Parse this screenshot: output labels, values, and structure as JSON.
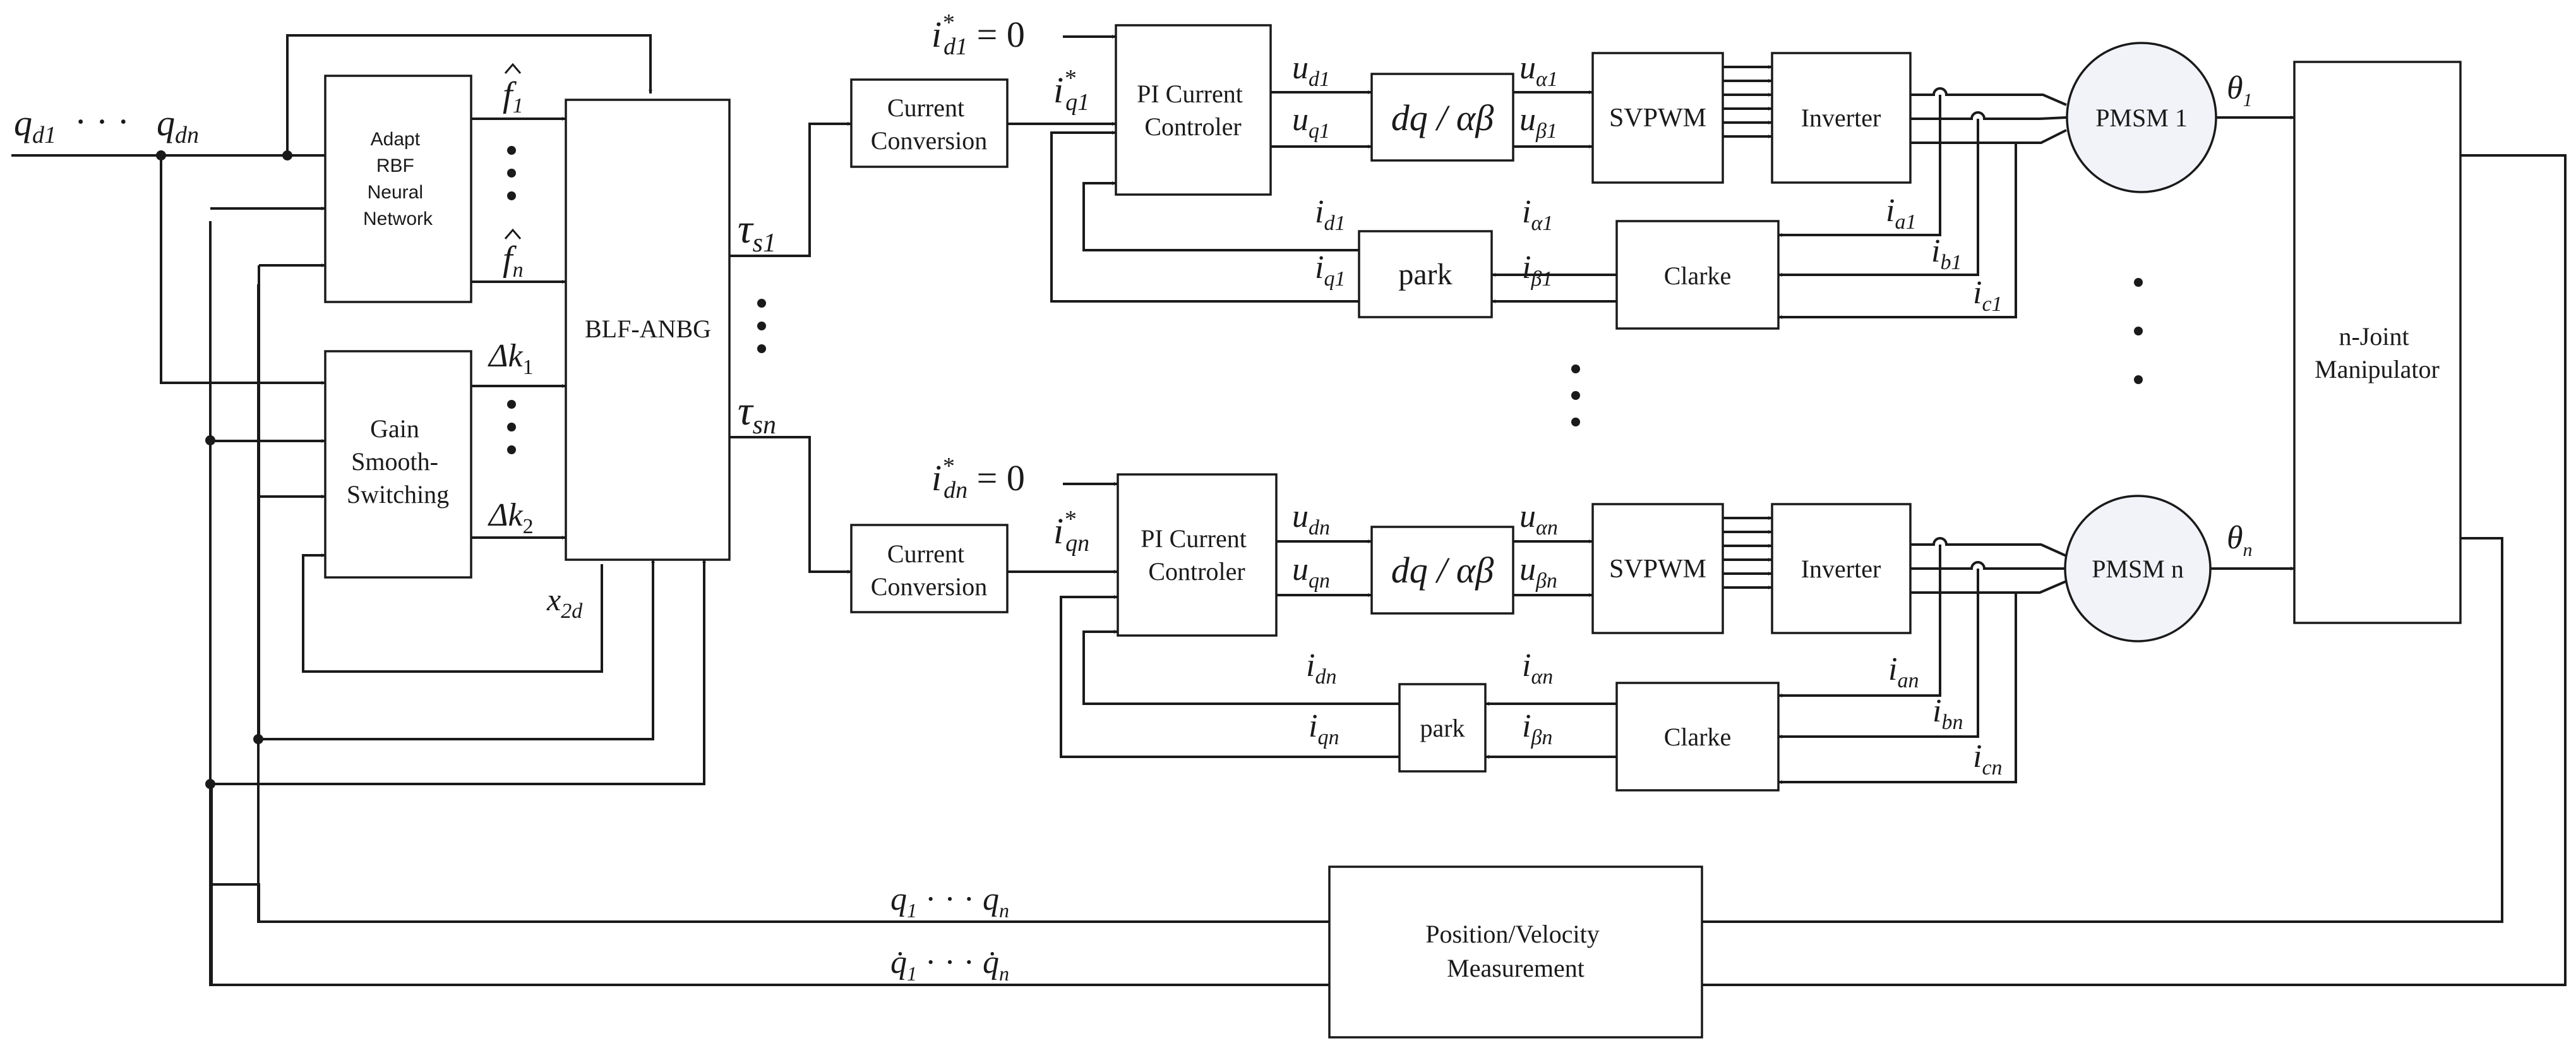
{
  "blocks": {
    "adapt_rbf": [
      "Adapt",
      "RBF",
      "Neural",
      "Network"
    ],
    "gain_smooth": [
      "Gain",
      "Smooth-",
      "Switching"
    ],
    "blf_anbg": "BLF-ANBG",
    "current_conversion": [
      "Current",
      "Conversion"
    ],
    "pi_current": [
      "PI Current",
      "Controler"
    ],
    "dq_ab": "dq / αβ",
    "svpwm": "SVPWM",
    "inverter": "Inverter",
    "park": "park",
    "clarke": "Clarke",
    "pmsm_1": "PMSM 1",
    "pmsm_n": "PMSM n",
    "manipulator": [
      "n-Joint",
      "Manipulator"
    ],
    "measurement": [
      "Position/Velocity",
      "Measurement"
    ]
  },
  "signals": {
    "qd": {
      "q1": "q",
      "s1": "d1",
      "q2": "q",
      "s2": "dn"
    },
    "f1": {
      "b": "f",
      "s": "1"
    },
    "fn": {
      "b": "f",
      "s": "n"
    },
    "dk1": {
      "b": "Δk",
      "s": "1"
    },
    "dk2": {
      "b": "Δk",
      "s": "2"
    },
    "x2d": {
      "b": "x",
      "s": "2d"
    },
    "tau_s1": {
      "b": "τ",
      "s": "s1"
    },
    "tau_sn": {
      "b": "τ",
      "s": "sn"
    },
    "id1_ref": {
      "b": "i",
      "sup": "*",
      "s": "d1",
      "eq": " = 0"
    },
    "iq1_ref": {
      "b": "i",
      "sup": "*",
      "s": "q1"
    },
    "idn_ref": {
      "b": "i",
      "sup": "*",
      "s": "dn",
      "eq": " = 0"
    },
    "iqn_ref": {
      "b": "i",
      "sup": "*",
      "s": "qn"
    },
    "ud1": {
      "b": "u",
      "s": "d1"
    },
    "uq1": {
      "b": "u",
      "s": "q1"
    },
    "ua1": {
      "b": "u",
      "s": "α1"
    },
    "ub1": {
      "b": "u",
      "s": "β1"
    },
    "udn": {
      "b": "u",
      "s": "dn"
    },
    "uqn": {
      "b": "u",
      "s": "qn"
    },
    "uan": {
      "b": "u",
      "s": "αn"
    },
    "ubn": {
      "b": "u",
      "s": "βn"
    },
    "id1": {
      "b": "i",
      "s": "d1"
    },
    "iq1": {
      "b": "i",
      "s": "q1"
    },
    "ia_1": {
      "b": "i",
      "s": "α1"
    },
    "ib_1": {
      "b": "i",
      "s": "β1"
    },
    "idn": {
      "b": "i",
      "s": "dn"
    },
    "iqn": {
      "b": "i",
      "s": "qn"
    },
    "ia_n": {
      "b": "i",
      "s": "αn"
    },
    "ib_n": {
      "b": "i",
      "s": "βn"
    },
    "ia1": {
      "b": "i",
      "s": "a1"
    },
    "ib1": {
      "b": "i",
      "s": "b1"
    },
    "ic1": {
      "b": "i",
      "s": "c1"
    },
    "ian": {
      "b": "i",
      "s": "an"
    },
    "ibn": {
      "b": "i",
      "s": "bn"
    },
    "icn": {
      "b": "i",
      "s": "cn"
    },
    "theta1": {
      "b": "θ",
      "s": "1"
    },
    "thetan": {
      "b": "θ",
      "s": "n"
    },
    "q_fb": {
      "b1": "q",
      "s1": "1",
      "mid": " · · · ",
      "b2": "q",
      "s2": "n"
    },
    "qdot_fb": {
      "b1": "q̇",
      "s1": "1",
      "mid": " · · · ",
      "b2": "q̇",
      "s2": "n"
    }
  },
  "colors": {
    "line": "#1a1a1a",
    "pmsm_fill": "#f1f3f9"
  }
}
